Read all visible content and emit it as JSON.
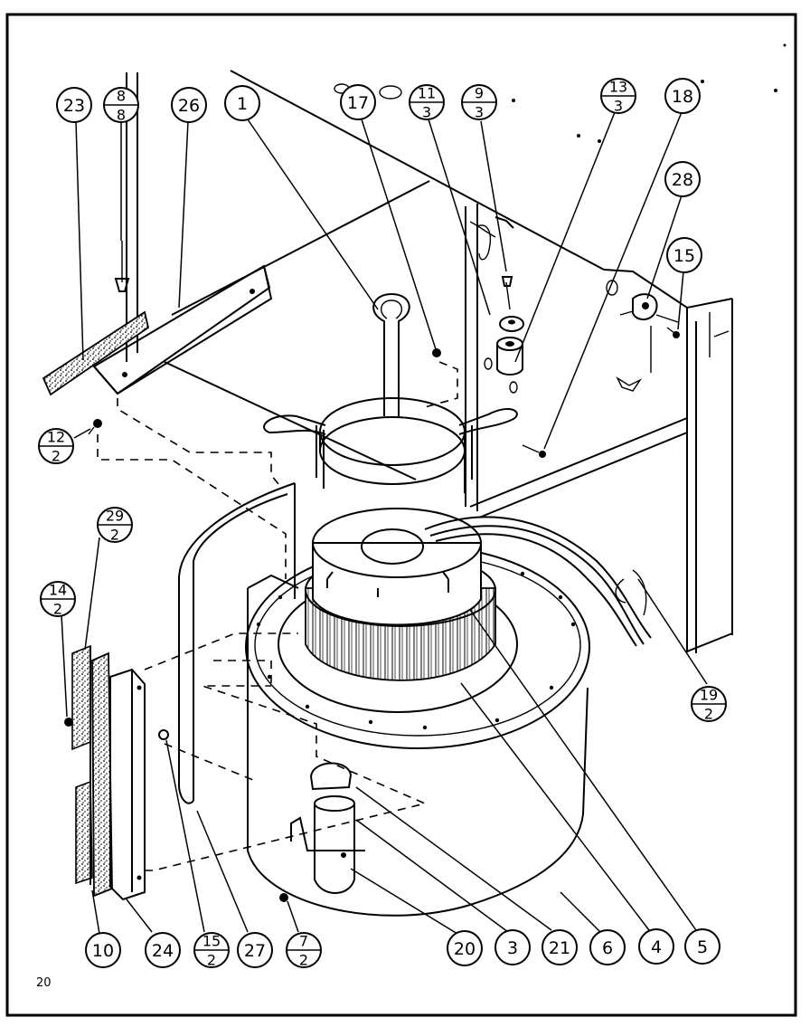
{
  "page_number": "20",
  "callouts": {
    "c23": "23",
    "c8_8": {
      "top": "8",
      "bottom": "8"
    },
    "c26": "26",
    "c1": "1",
    "c17": "17",
    "c11_3": {
      "top": "11",
      "bottom": "3"
    },
    "c9_3": {
      "top": "9",
      "bottom": "3"
    },
    "c13_3": {
      "top": "13",
      "bottom": "3"
    },
    "c18": "18",
    "c28": "28",
    "c15": "15",
    "c12_2": {
      "top": "12",
      "bottom": "2"
    },
    "c29_2": {
      "top": "29",
      "bottom": "2"
    },
    "c14_2": {
      "top": "14",
      "bottom": "2"
    },
    "c19_2": {
      "top": "19",
      "bottom": "2"
    },
    "c10": "10",
    "c24": "24",
    "c15_2": {
      "top": "15",
      "bottom": "2"
    },
    "c27": "27",
    "c7_2": {
      "top": "7",
      "bottom": "2"
    },
    "c20": "20",
    "c3": "3",
    "c21": "21",
    "c6": "6",
    "c4": "4",
    "c5": "5"
  }
}
